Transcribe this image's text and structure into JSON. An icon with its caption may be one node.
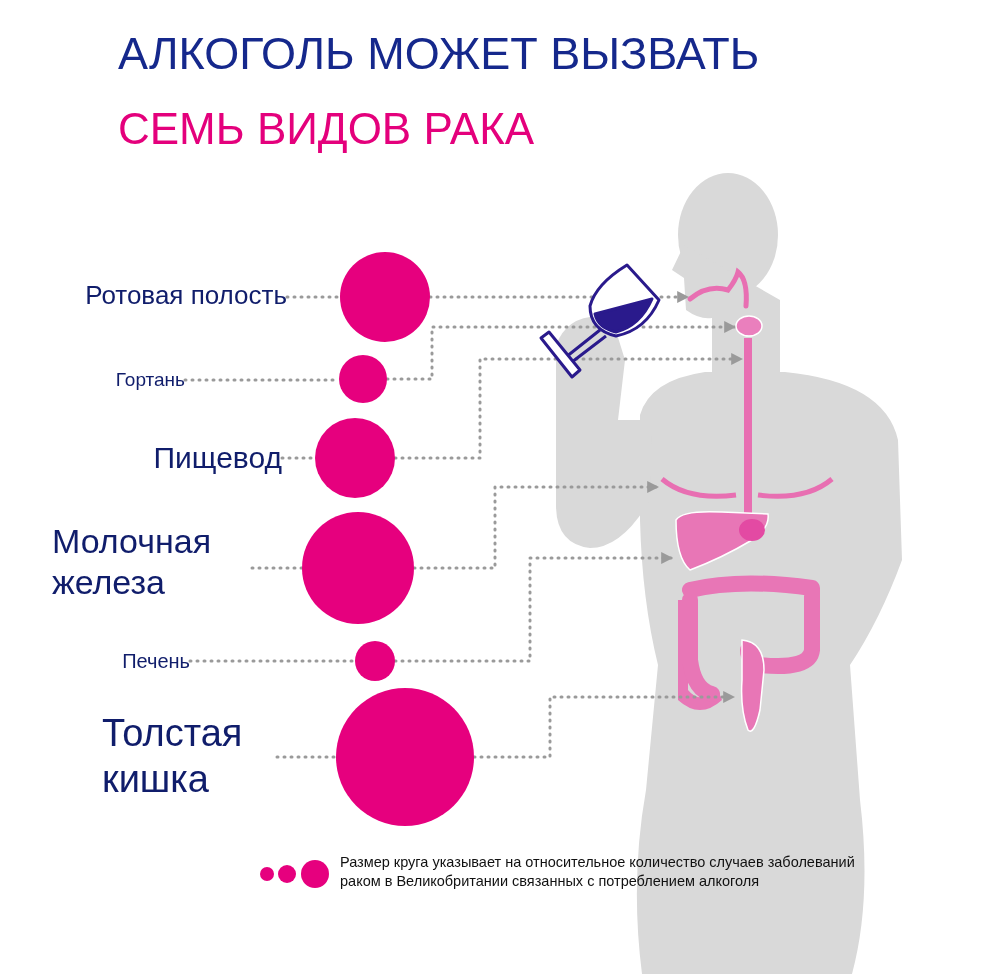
{
  "diagram": {
    "title": "АЛКОГОЛЬ МОЖЕТ ВЫЗВАТЬ",
    "nodes": [
      {
        "text": [
          "Ротовая полость"
        ]
      },
      {
        "text": [
          "Гортань"
        ]
      },
      {
        "text": [
          "Пищевод"
        ]
      },
      {
        "text": [
          "Молочная железа"
        ]
      },
      {
        "text": [
          "Печень"
        ]
      },
      {
        "text": [
          "Толстая кишка"
        ]
      },
      {
        "text": [],
        "shape": "circle"
      },
      {
        "text": [],
        "shape": "circle"
      },
      {
        "text": [],
        "shape": "circle"
      },
      {
        "text": [],
        "shape": "circle"
      },
      {
        "text": [],
        "shape": "circle"
      },
      {
        "text": [],
        "shape": "circle"
      },
      {
        "text": [],
        "shape": "picture"
      },
      {
        "text": [],
        "shape": "circle"
      },
      {
        "text": [],
        "shape": "bar"
      },
      {
        "text": [],
        "shape": "picture"
      },
      {
        "text": [],
        "shape": "picture"
      },
      {
        "text": [],
        "shape": "bar"
      }
    ],
    "edges": [
      {
        "from": 0,
        "to": 6,
        "arrow": "none"
      },
      {
        "from": 1,
        "to": 7,
        "arrow": "none"
      },
      {
        "from": 2,
        "to": 8,
        "arrow": "none"
      },
      {
        "from": 3,
        "to": 9,
        "arrow": "none"
      },
      {
        "from": 4,
        "to": 10,
        "arrow": "none"
      },
      {
        "from": 5,
        "to": 11,
        "arrow": "none"
      },
      {
        "from": 6,
        "to": 12,
        "arrow": "to"
      },
      {
        "from": 7,
        "to": 13,
        "arrow": "to"
      },
      {
        "from": 8,
        "to": 14,
        "arrow": "to"
      },
      {
        "from": 9,
        "to": 15,
        "arrow": "to"
      },
      {
        "from": 10,
        "to": 16,
        "arrow": "to"
      },
      {
        "from": 11,
        "to": 17,
        "arrow": "to"
      }
    ],
    "labels": [
      "СЕМЬ ВИДОВ РАКА"
    ],
    "caption": "Размер круга указывает на относительное количество случаев заболеваний раком в Великобритании связанных с потреблением алкоголя"
  }
}
